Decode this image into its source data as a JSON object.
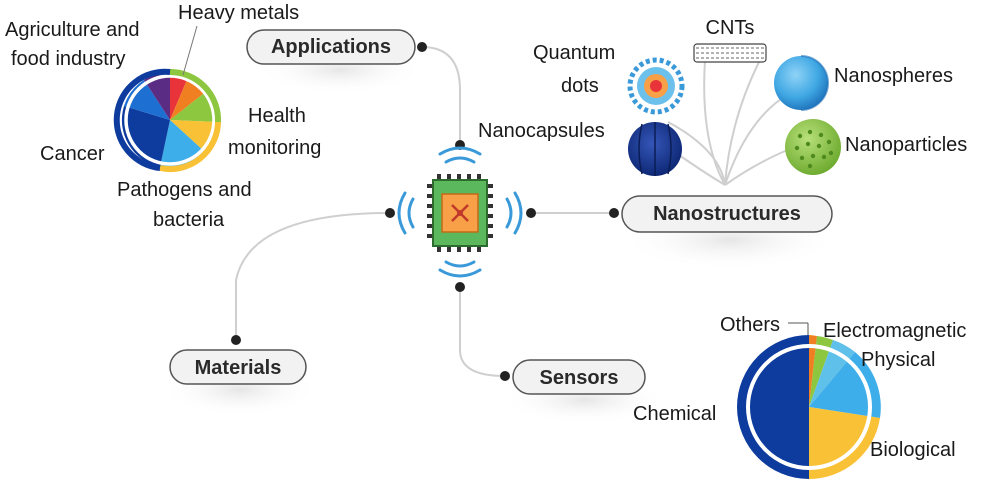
{
  "nodes": {
    "applications": "Applications",
    "nanostructures": "Nanostructures",
    "materials": "Materials",
    "sensors": "Sensors"
  },
  "applications_labels": {
    "agri_line1": "Agriculture and",
    "agri_line2": "food industry",
    "heavy_metals": "Heavy metals",
    "health_line1": "Health",
    "health_line2": "monitoring",
    "cancer": "Cancer",
    "pathogens_line1": "Pathogens and",
    "pathogens_line2": "bacteria"
  },
  "nanostructure_labels": {
    "quantum_line1": "Quantum",
    "quantum_line2": "dots",
    "cnts": "CNTs",
    "nanospheres": "Nanospheres",
    "nanocapsules": "Nanocapsules",
    "nanoparticles": "Nanoparticles"
  },
  "sensor_labels": {
    "others": "Others",
    "electromagnetic": "Electromagnetic",
    "physical": "Physical",
    "chemical": "Chemical",
    "biological": "Biological"
  },
  "colors": {
    "dark_blue": "#0d3b9e",
    "sky_blue": "#3daee9",
    "yellow": "#f9c236",
    "green": "#8dc63f",
    "red": "#e8333a",
    "purple": "#5b2c83",
    "orange": "#f07f22",
    "chip_green": "#5cb85c",
    "chip_orange": "#f7a047"
  }
}
